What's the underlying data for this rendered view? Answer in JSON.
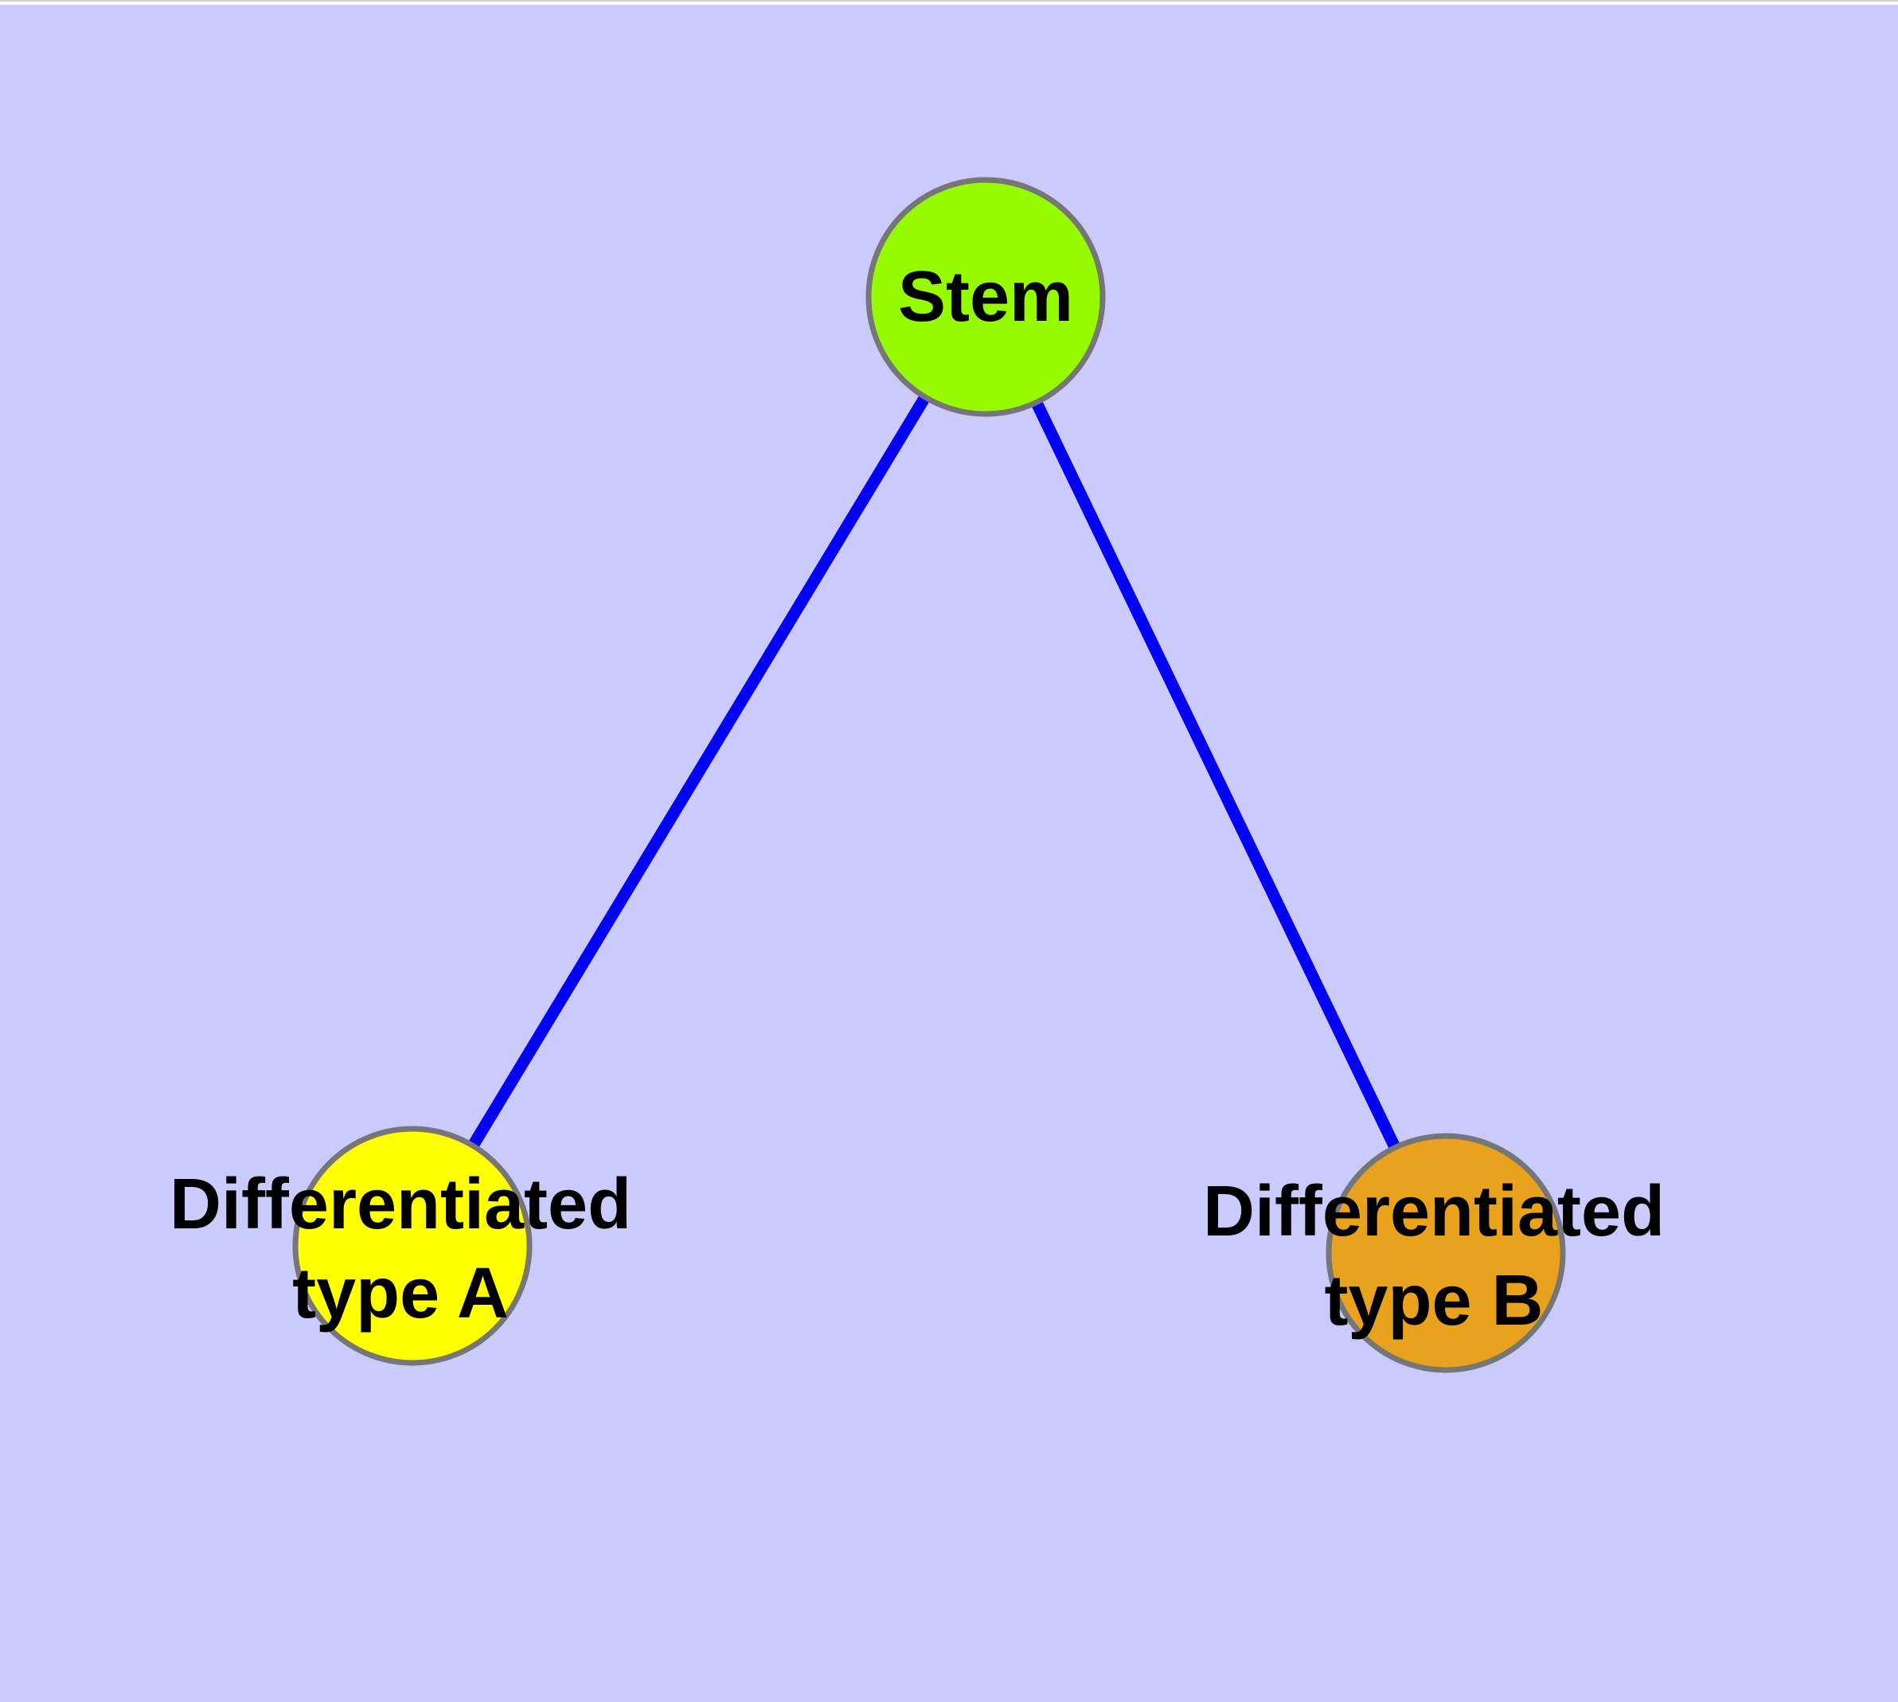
{
  "diagram": {
    "background_color": "#cacafc",
    "edge_color": "#0404f0",
    "node_border_color": "#767676",
    "label_color": "#000000",
    "nodes": [
      {
        "id": "stem",
        "label_lines": [
          "Stem"
        ],
        "fill": "#97fb00"
      },
      {
        "id": "diff-a",
        "label_lines": [
          "Differentiated",
          "type A"
        ],
        "fill": "#ffff00"
      },
      {
        "id": "diff-b",
        "label_lines": [
          "Differentiated",
          "type B"
        ],
        "fill": "#e8a21d"
      }
    ],
    "edges": [
      {
        "from": "stem",
        "to": "diff-a"
      },
      {
        "from": "stem",
        "to": "diff-b"
      }
    ]
  }
}
